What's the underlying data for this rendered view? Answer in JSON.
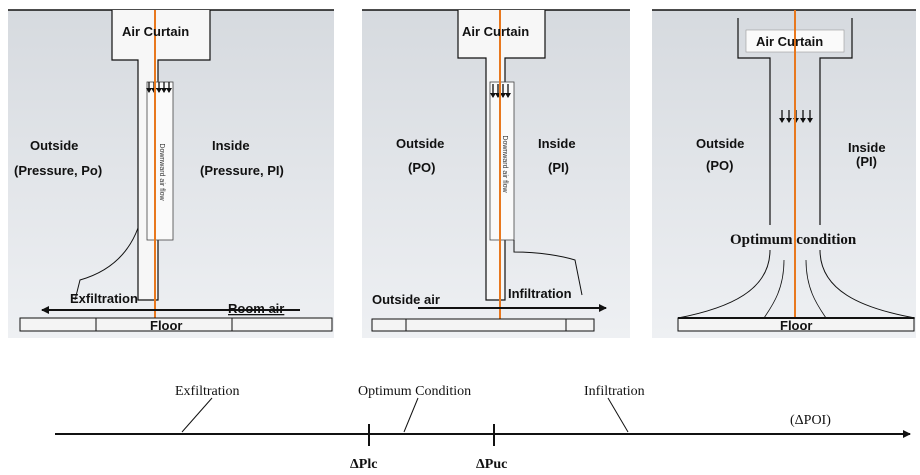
{
  "panels": [
    {
      "air_curtain": "Air Curtain",
      "downward_air_flow": "Downward air flow",
      "outside": "Outside",
      "outside_pressure": "(Pressure, Po)",
      "inside": "Inside",
      "inside_pressure": "(Pressure, PI)",
      "flow_left_label": "Exfiltration",
      "flow_right_label": "Room air",
      "floor": "Floor"
    },
    {
      "air_curtain": "Air Curtain",
      "downward_air_flow": "Downward air flow",
      "outside": "Outside",
      "outside_pressure": "(PO)",
      "inside": "Inside",
      "inside_pressure": "(PI)",
      "flow_left_label": "Outside air",
      "flow_right_label": "Infiltration"
    },
    {
      "air_curtain": "Air Curtain",
      "outside": "Outside",
      "outside_pressure": "(PO)",
      "inside": "Inside",
      "inside_pressure": "(PI)",
      "condition": "Optimum condition",
      "floor": "Floor"
    }
  ],
  "scale": {
    "exfiltration": "Exfiltration",
    "optimum": "Optimum Condition",
    "infiltration": "Infiltration",
    "delta_label": "(ΔPOI)",
    "tick_lc": "ΔPlc",
    "tick_uc": "ΔPuc"
  },
  "colors": {
    "centerline": "#e8781e",
    "panel_bg_top": "#d8dce0",
    "panel_bg_bottom": "#eef0f2"
  }
}
